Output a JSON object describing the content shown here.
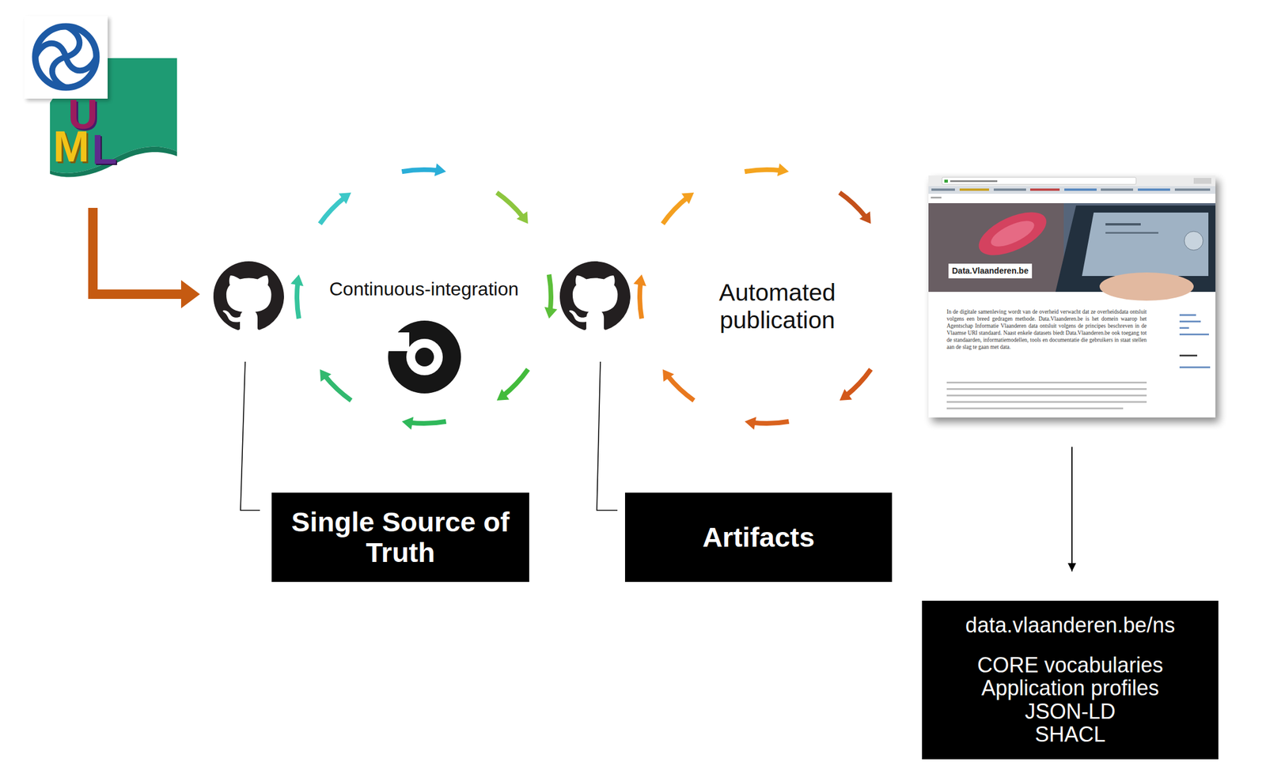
{
  "diagram": {
    "nodes": [
      {
        "text": [
          "Data.Vlaanderen.be",
          "In de digitale samenleving wordt van de overheid verwacht dat ze overheidsdata ontsluit volgens een breed gedragen methode. Data.Vlaanderen.be is het domein waarop het Agentschap Informatie Vlaanderen data ontsluit volgens de principes beschreven in de Vlaamse URI standaard. Naast enkele datasets biedt Data.Vlaanderen.be ook toegang tot de standaarden, informatiemodellen, tools en documentatie die gebruikers in staat stellen aan de slag te gaan met data."
        ]
      },
      {
        "text": [
          "Single Source of Truth"
        ]
      },
      {
        "text": [
          "Artifacts"
        ]
      },
      {
        "text": [
          "data.vlaanderen.be/ns",
          "CORE vocabularies",
          "Application profiles",
          "JSON-LD",
          "SHACL"
        ]
      }
    ],
    "edges": [
      {
        "from": 0,
        "to": 3,
        "arrow": "to"
      }
    ],
    "labels": [
      "U",
      "M",
      "L",
      "Continuous-integration",
      "Automated publication"
    ]
  }
}
